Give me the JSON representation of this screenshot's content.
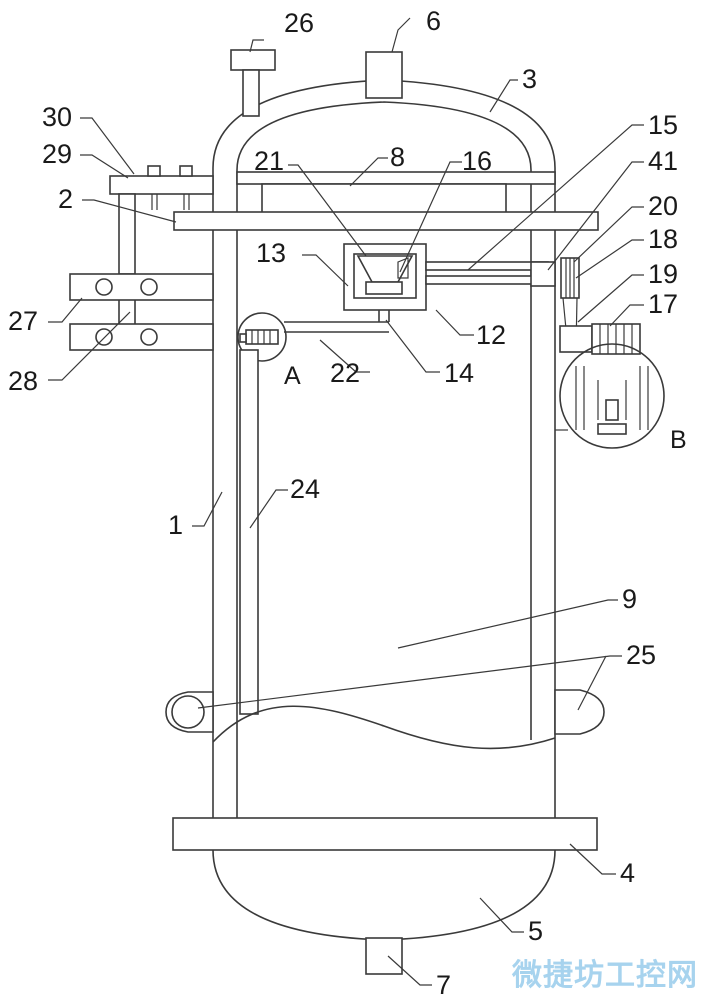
{
  "figure": {
    "labels": {
      "n1": "1",
      "n2": "2",
      "n3": "3",
      "n4": "4",
      "n5": "5",
      "n6": "6",
      "n7": "7",
      "n8": "8",
      "n9": "9",
      "n12": "12",
      "n13": "13",
      "n14": "14",
      "n15": "15",
      "n16": "16",
      "n17": "17",
      "n18": "18",
      "n19": "19",
      "n20": "20",
      "n21": "21",
      "n22": "22",
      "n24": "24",
      "n25": "25",
      "n26": "26",
      "n27": "27",
      "n28": "28",
      "n29": "29",
      "n30": "30",
      "n41": "41"
    },
    "detail_labels": {
      "a": "A",
      "b": "B"
    }
  },
  "watermark": {
    "text": "微捷坊工控网"
  },
  "colors": {
    "line": "#3a3a3a",
    "watermark": "#a7d3ee",
    "background": "#ffffff"
  }
}
